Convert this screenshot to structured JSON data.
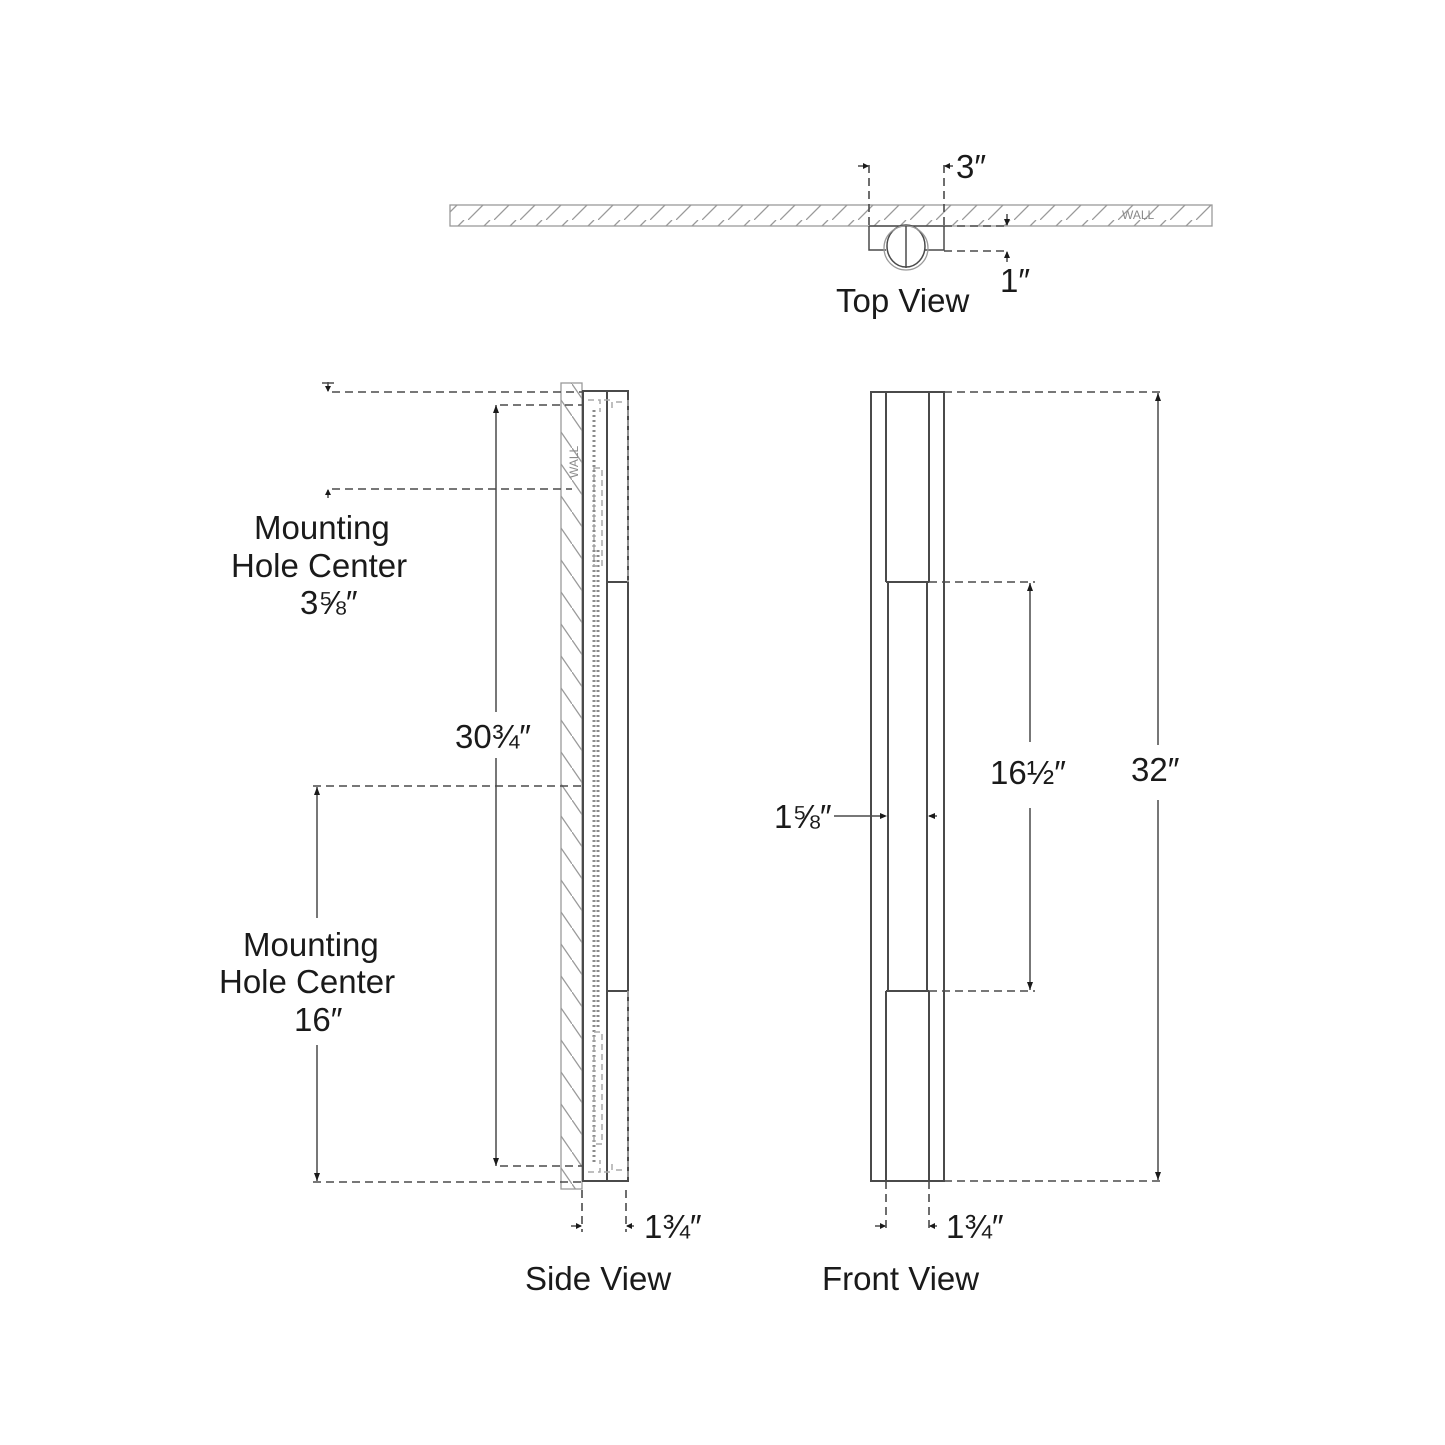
{
  "top_view": {
    "title": "Top View",
    "wall_label": "WALL",
    "width_dim": "3″",
    "depth_dim": "1″"
  },
  "side_view": {
    "title": "Side View",
    "wall_label": "WALL",
    "mounting_top": {
      "line1": "Mounting",
      "line2": "Hole Center",
      "value": "3⅝″"
    },
    "mounting_bottom": {
      "line1": "Mounting",
      "line2": "Hole Center",
      "value": "16″"
    },
    "backplate_height": "30¾″",
    "depth_dim": "1¾″"
  },
  "front_view": {
    "title": "Front View",
    "overall_height": "32″",
    "center_section_height": "16½″",
    "inner_width": "1⅝″",
    "bottom_width": "1¾″"
  },
  "colors": {
    "line": "#4a4a4a",
    "wall_hatch": "#9a9a9a",
    "text": "#1a1a1a"
  }
}
